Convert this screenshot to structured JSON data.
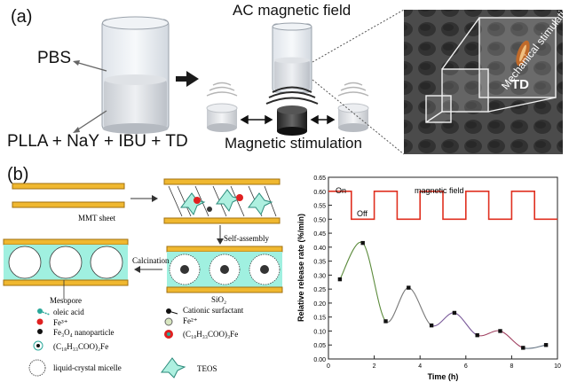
{
  "panel_a": {
    "label": "(a)",
    "pbs_label": "PBS",
    "mixture_label": "PLLA + NaY + IBU + TD",
    "ac_field_label": "AC magnetic field",
    "magnetic_stimulation_label": "Magnetic stimulation",
    "mechanical_stimulation_label": "Mechanical stimulation",
    "td_label": "TD"
  },
  "panel_b": {
    "label": "(b)",
    "mmt_sheet": "MMT sheet",
    "self_assembly": "Self-assembly",
    "calcination": "Calcination",
    "mesopore": "Mesopore",
    "sio2": "SiO₂",
    "legend": {
      "oleic_acid": "oleic acid",
      "fe3": "Fe³⁺",
      "fe3o4": "Fe₃O₄ nanoparticle",
      "oleate_fe": "(C₁₈H₃₃COO)₂Fe",
      "micelle": "liquid-crystal micelle",
      "cationic": "Cationic surfactant",
      "fe2": "Fe²⁺",
      "oleate_fe3": "(C₁₈H₃₃COO)₃Fe",
      "teos": "TEOS"
    }
  },
  "chart_data": {
    "type": "line",
    "xlabel": "Time (h)",
    "ylabel": "Relative release rate (%/min)",
    "xlim": [
      0,
      10
    ],
    "ylim": [
      0,
      0.65
    ],
    "xticks": [
      "0",
      "2",
      "4",
      "6",
      "8",
      "10"
    ],
    "yticks": [
      "0.00",
      "0.05",
      "0.10",
      "0.15",
      "0.20",
      "0.25",
      "0.30",
      "0.35",
      "0.40",
      "0.45",
      "0.50",
      "0.55",
      "0.60",
      "0.65"
    ],
    "on_label": "On",
    "off_label": "Off",
    "field_label": "magnetic field",
    "field_color": "#e03020",
    "field_on_level": 0.6,
    "field_off_level": 0.5,
    "field_on_intervals": [
      [
        0,
        1
      ],
      [
        2,
        3
      ],
      [
        4,
        5
      ],
      [
        6,
        7
      ],
      [
        8,
        9
      ]
    ],
    "release_points": {
      "x": [
        0.5,
        1.5,
        2.5,
        3.5,
        4.5,
        5.5,
        6.5,
        7.5,
        8.5,
        9.5
      ],
      "y": [
        0.285,
        0.415,
        0.135,
        0.255,
        0.12,
        0.165,
        0.085,
        0.1,
        0.04,
        0.05
      ]
    },
    "curve_segment_colors": [
      "#5a8a3a",
      "#7a7a7a",
      "#7a5a9a",
      "#a04060",
      "#607080"
    ]
  }
}
